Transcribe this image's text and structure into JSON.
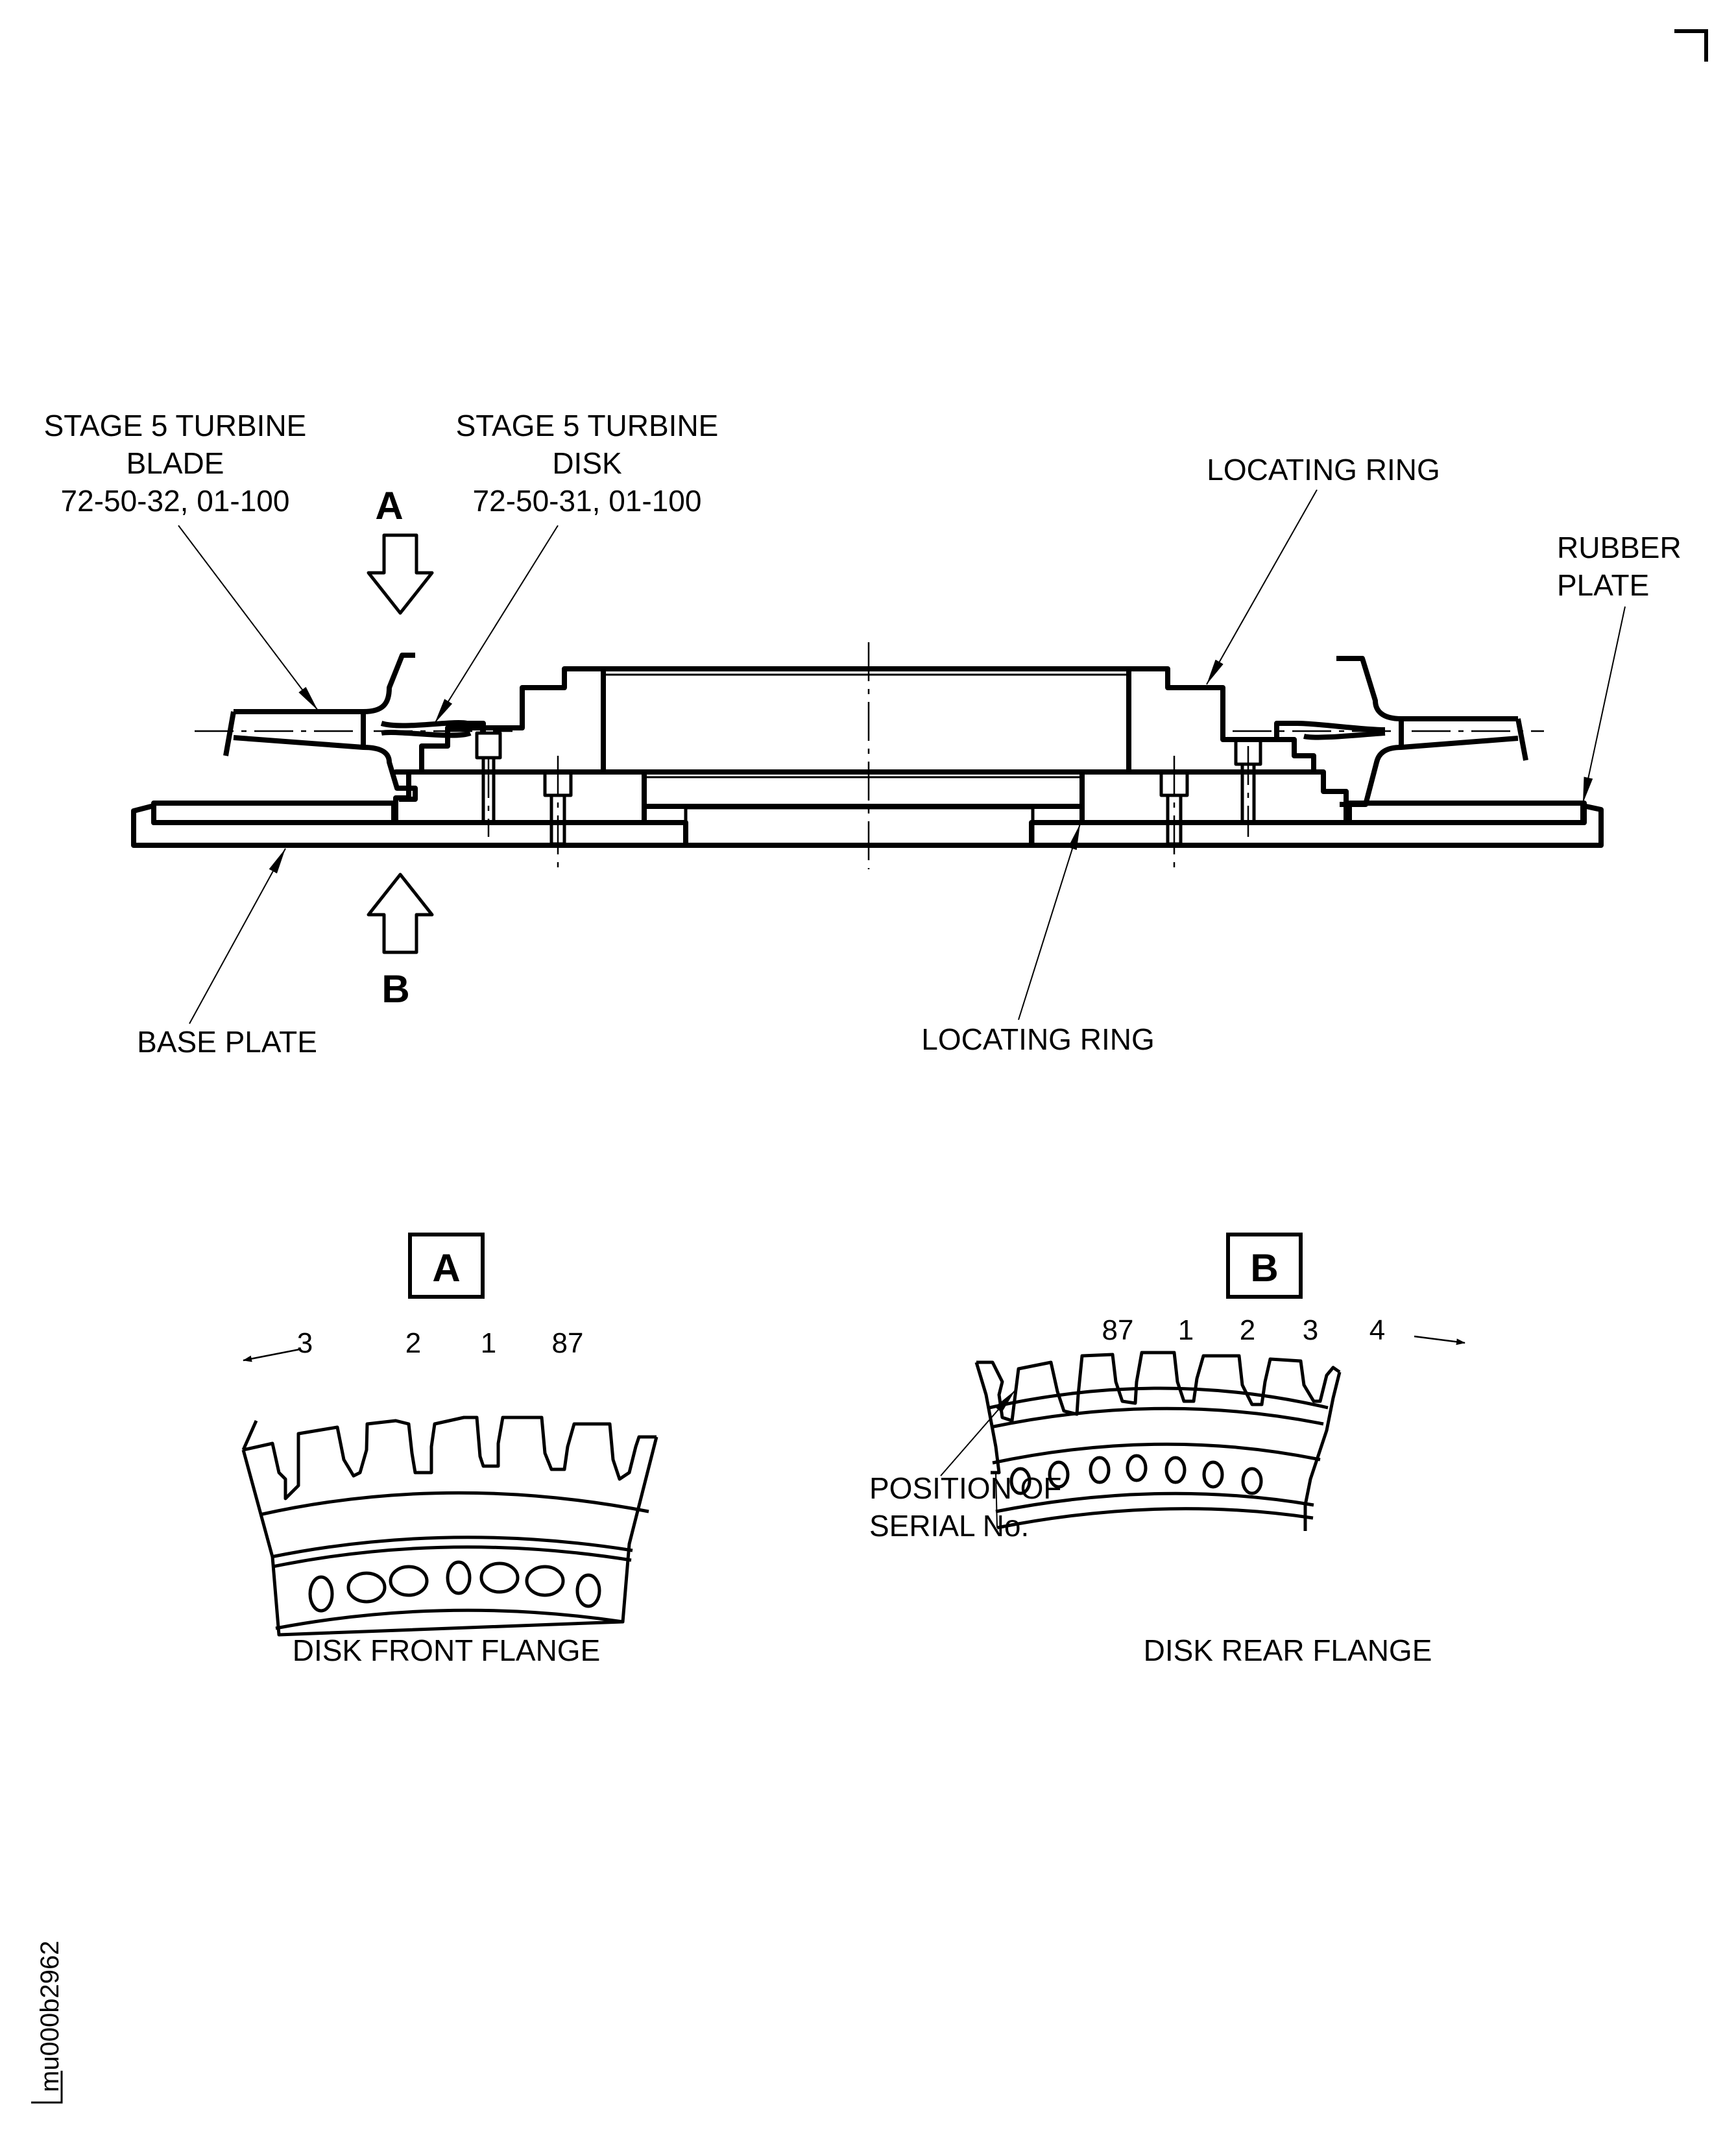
{
  "drawing_id": "mu000b2962",
  "main_view": {
    "labels": {
      "blade": {
        "line1": "STAGE 5 TURBINE",
        "line2": "BLADE",
        "line3": "72-50-32, 01-100"
      },
      "disk": {
        "line1": "STAGE 5 TURBINE",
        "line2": "DISK",
        "line3": "72-50-31, 01-100"
      },
      "locating_ring_top": "LOCATING RING",
      "rubber_plate": {
        "line1": "RUBBER",
        "line2": "PLATE"
      },
      "base_plate": "BASE PLATE",
      "locating_ring_bottom": "LOCATING RING"
    },
    "view_arrows": {
      "a": "A",
      "b": "B"
    }
  },
  "detail_a": {
    "view_letter": "A",
    "slot_numbers": [
      "3",
      "2",
      "1",
      "87"
    ],
    "direction": "left",
    "caption": "DISK FRONT FLANGE"
  },
  "detail_b": {
    "view_letter": "B",
    "slot_numbers": [
      "87",
      "1",
      "2",
      "3",
      "4"
    ],
    "direction": "right",
    "callout": {
      "line1": "POSITION OF",
      "line2": "SERIAL No."
    },
    "caption": "DISK REAR FLANGE"
  }
}
